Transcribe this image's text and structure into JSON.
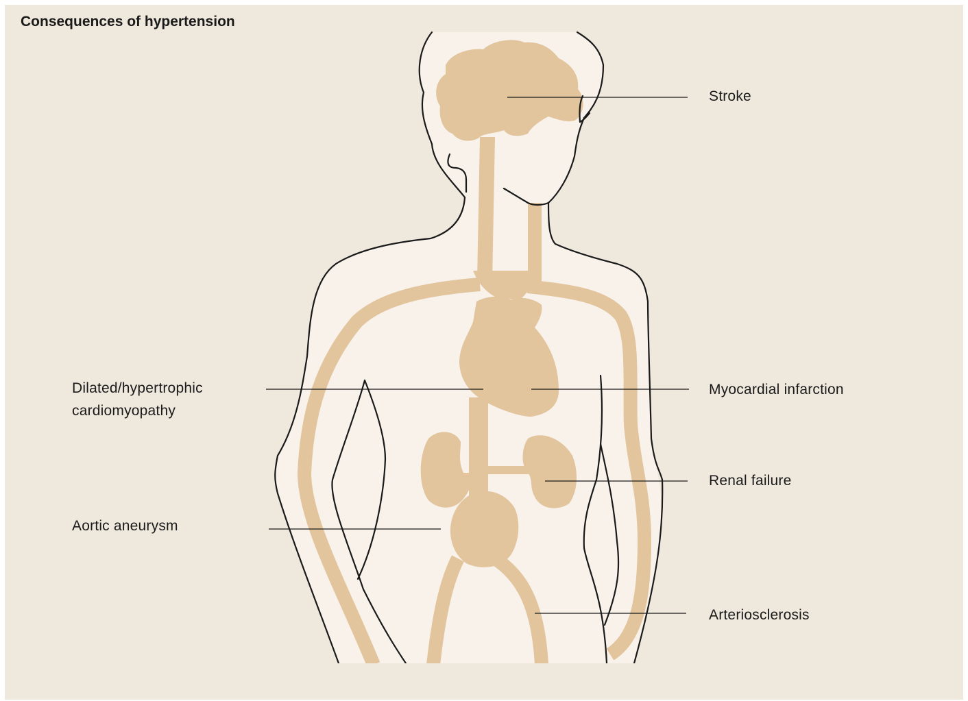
{
  "title": "Consequences of hypertension",
  "labels": {
    "stroke": "Stroke",
    "cardiomyopathy_line1": "Dilated/hypertrophic",
    "cardiomyopathy_line2": "cardiomyopathy",
    "myocardial_infarction": "Myocardial infarction",
    "renal_failure": "Renal failure",
    "aortic_aneurysm": "Aortic aneurysm",
    "arteriosclerosis": "Arteriosclerosis"
  },
  "colors": {
    "background": "#efe8dd",
    "body_fill": "#f8f2eb",
    "organ_fill": "#e2c49d",
    "outline": "#1a1a1a"
  }
}
